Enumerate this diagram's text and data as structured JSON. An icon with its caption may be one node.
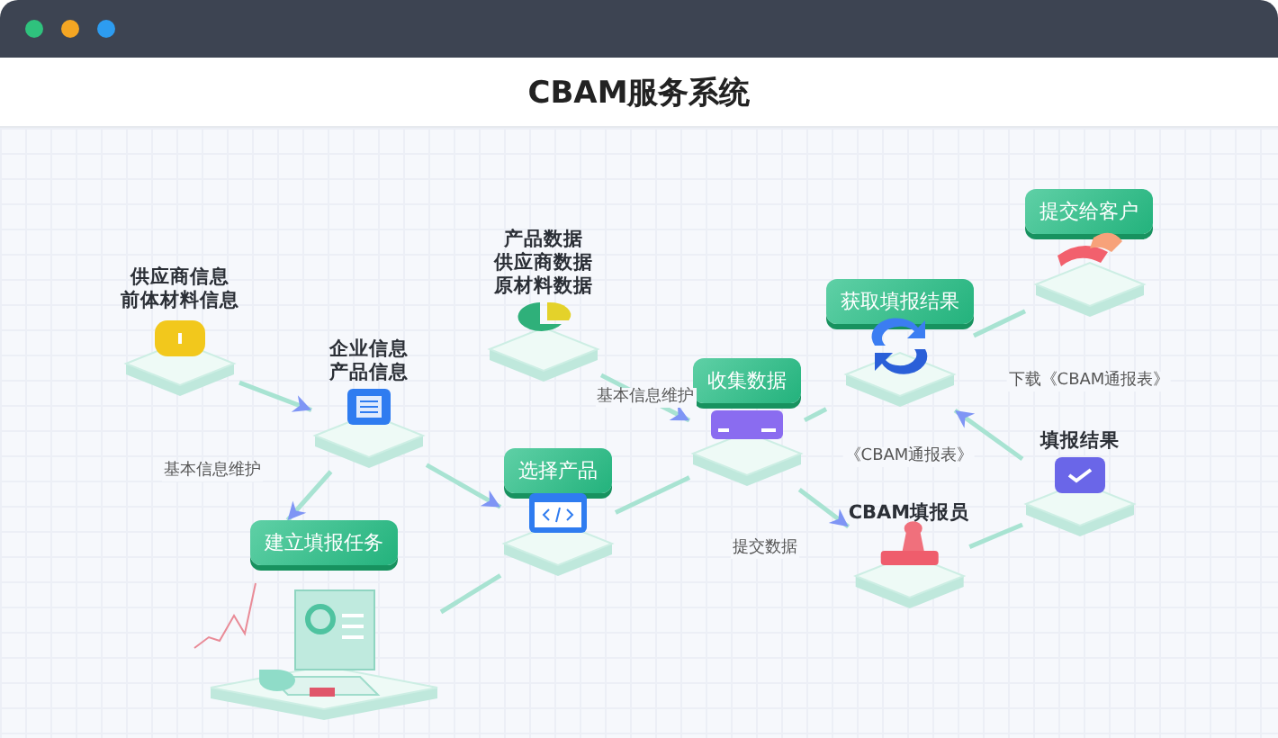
{
  "diagram": {
    "title": "CBAM服务系统",
    "nodes": [
      {
        "text": [
          "供应商信息",
          "前体材料信息"
        ]
      },
      {
        "text": [
          "企业信息",
          "产品信息"
        ]
      },
      {
        "text": [
          "产品数据",
          "供应商数据",
          "原材料数据"
        ]
      },
      {
        "text": [
          "建立填报任务"
        ]
      },
      {
        "text": [
          "选择产品"
        ]
      },
      {
        "text": [
          "收集数据"
        ]
      },
      {
        "text": [
          "获取填报结果"
        ]
      },
      {
        "text": [
          "提交给客户"
        ]
      },
      {
        "text": [
          "填报结果"
        ]
      },
      {
        "text": [
          "CBAM填报员"
        ]
      }
    ],
    "edges": [
      {
        "from": 0,
        "to": 1,
        "arrow": "to"
      },
      {
        "from": 1,
        "to": 3,
        "arrow": "to",
        "label": "基本信息维护"
      },
      {
        "from": 1,
        "to": 4,
        "arrow": "to"
      },
      {
        "from": 2,
        "to": 5,
        "arrow": "to",
        "label": "基本信息维护"
      },
      {
        "from": 3,
        "to": 4,
        "arrow": "none"
      },
      {
        "from": 4,
        "to": 5,
        "arrow": "none"
      },
      {
        "from": 5,
        "to": 6,
        "arrow": "none"
      },
      {
        "from": 5,
        "to": 9,
        "arrow": "to",
        "label": "提交数据"
      },
      {
        "from": 9,
        "to": 8,
        "arrow": "none"
      },
      {
        "from": 8,
        "to": 6,
        "arrow": "to",
        "label": "《CBAM通报表》"
      },
      {
        "from": 6,
        "to": 7,
        "arrow": "none",
        "label": "下载《CBAM通报表》"
      }
    ]
  }
}
